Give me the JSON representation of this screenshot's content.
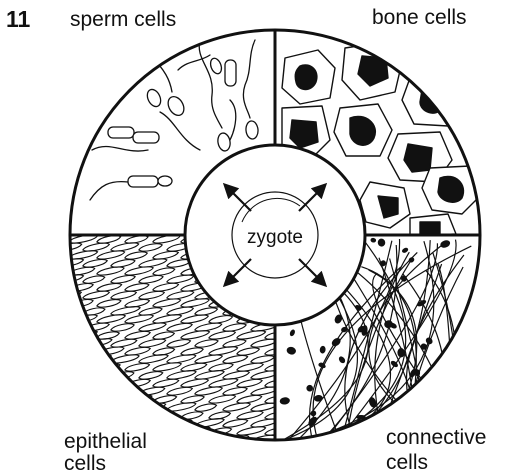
{
  "figure": {
    "number": "11",
    "center_label": "zygote",
    "quadrants": {
      "top_left": "sperm cells",
      "top_right": "bone cells",
      "bottom_left_line1": "epithelial",
      "bottom_left_line2": "cells",
      "bottom_right_line1": "connective",
      "bottom_right_line2": "cells"
    },
    "stroke_color": "#111111",
    "background_color": "#ffffff"
  }
}
